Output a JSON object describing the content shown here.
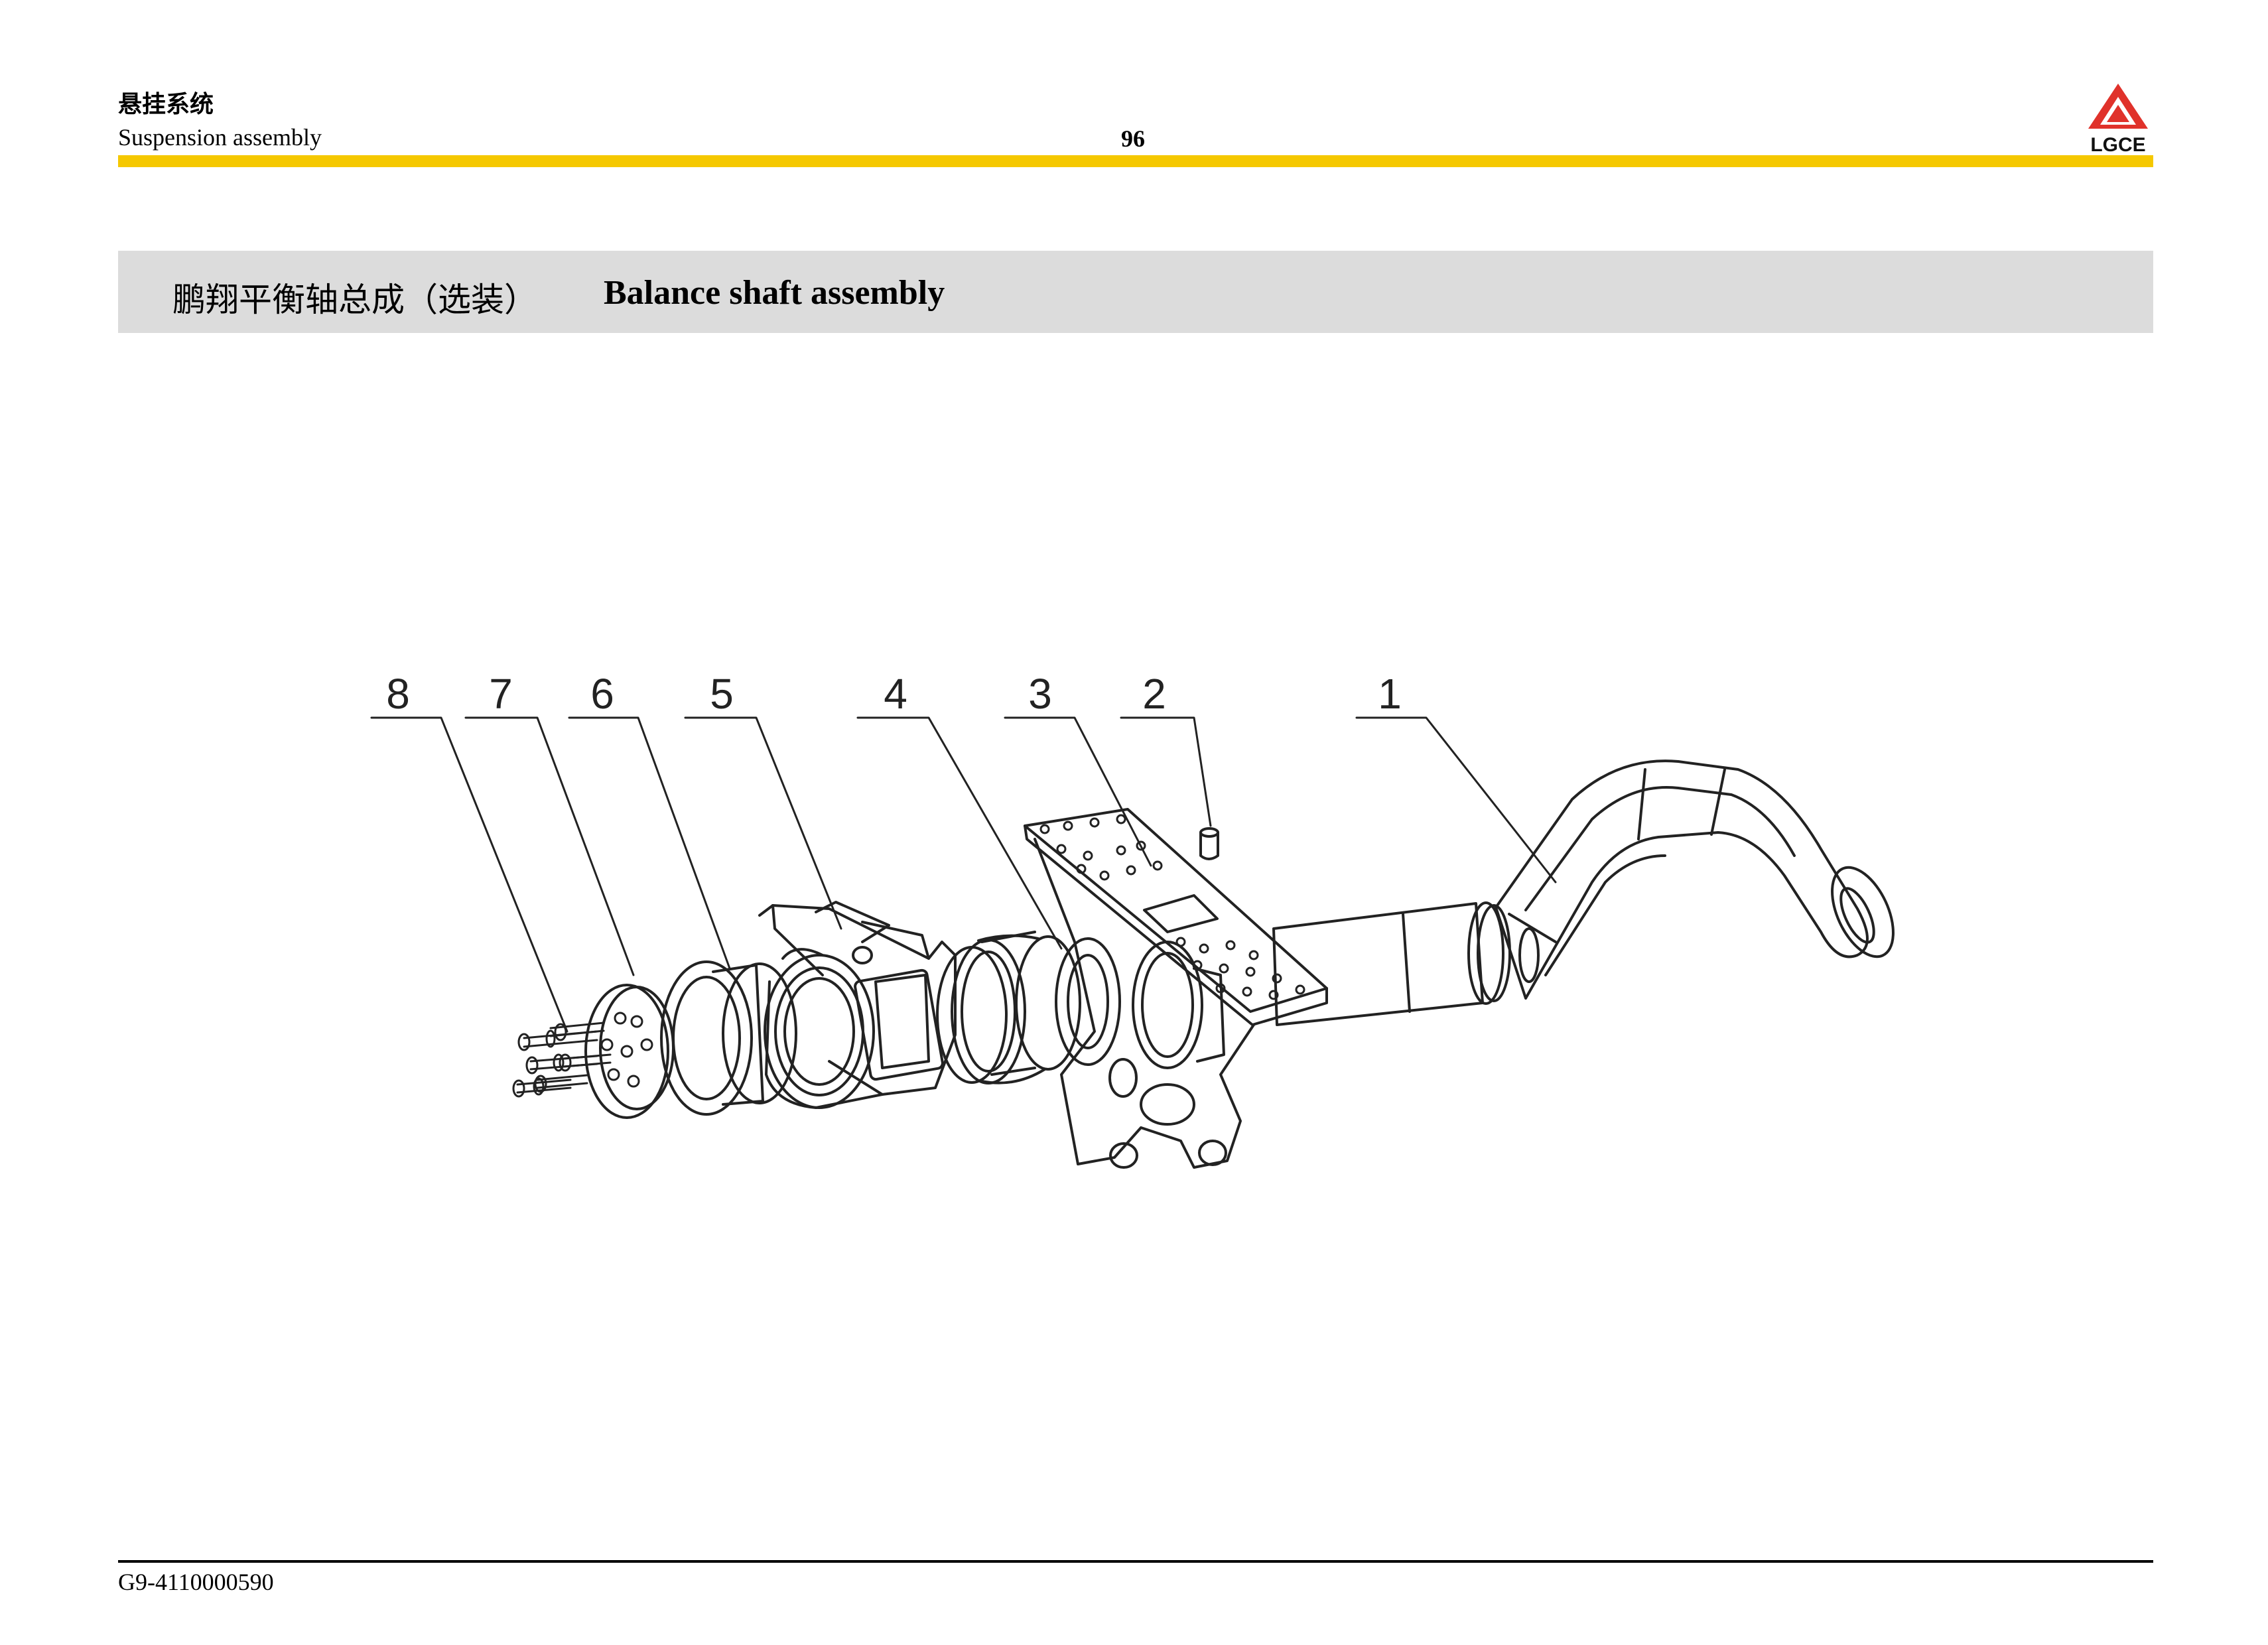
{
  "header": {
    "title_zh": "悬挂系统",
    "title_en": "Suspension assembly",
    "page_number": "96",
    "logo_text": "LGCE",
    "logo_color": "#e0322b",
    "rule_color": "#f5c800"
  },
  "section": {
    "title_zh": "鹏翔平衡轴总成（选装）",
    "title_en": "Balance shaft assembly"
  },
  "diagram": {
    "callouts": [
      "1",
      "2",
      "3",
      "4",
      "5",
      "6",
      "7",
      "8"
    ]
  },
  "footer": {
    "part_code": "G9-4110000590"
  }
}
